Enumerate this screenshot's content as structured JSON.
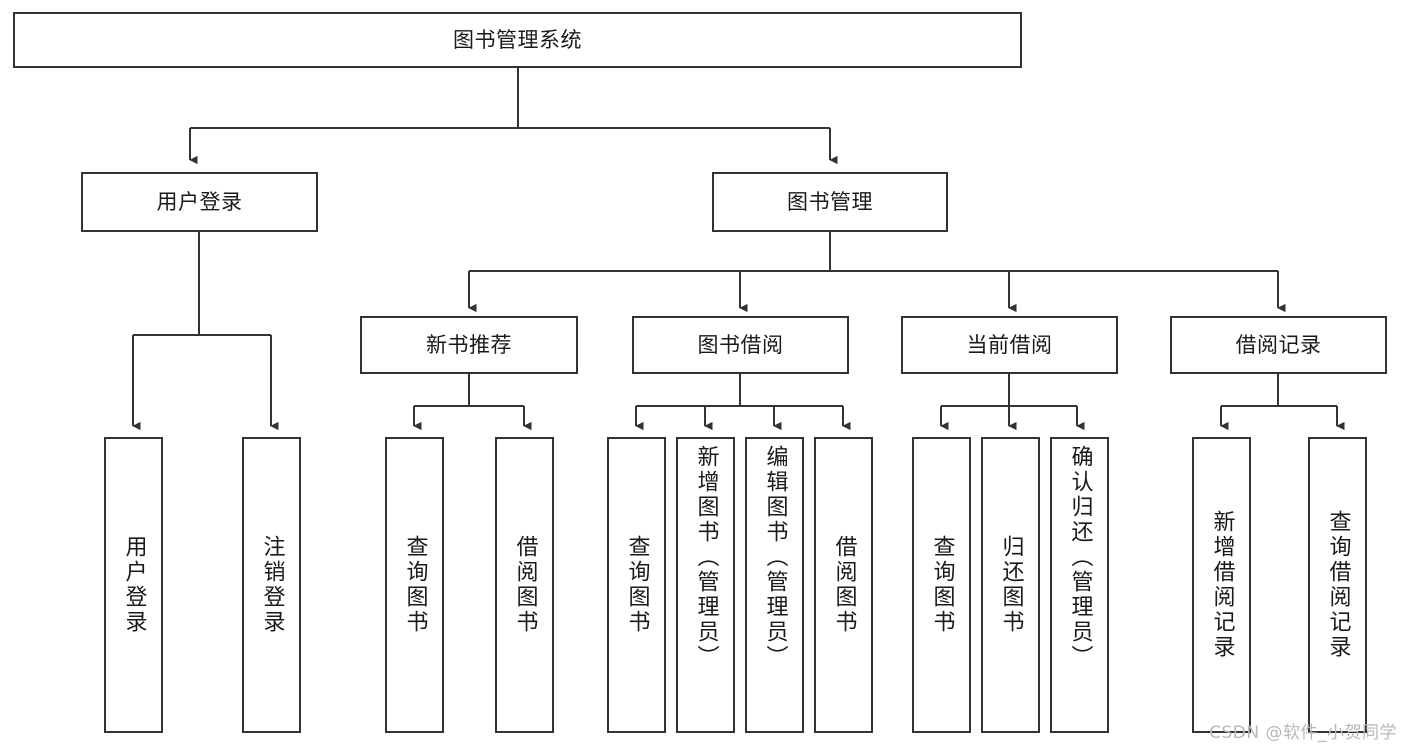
{
  "diagram": {
    "type": "tree",
    "title": "图书管理系统",
    "orientation": "top-down",
    "colors": {
      "box_border": "#333333",
      "box_fill": "#ffffff",
      "edge": "#333333",
      "text": "#1a1a1a",
      "watermark": "#b8b8b8",
      "background": "#ffffff"
    },
    "root": {
      "label": "图书管理系统"
    },
    "level2": [
      {
        "label": "用户登录"
      },
      {
        "label": "图书管理"
      }
    ],
    "level3": [
      {
        "label": "新书推荐"
      },
      {
        "label": "图书借阅"
      },
      {
        "label": "当前借阅"
      },
      {
        "label": "借阅记录"
      }
    ],
    "leaves": {
      "user_login": [
        {
          "label": "用户登录"
        },
        {
          "label": "注销登录"
        }
      ],
      "new_book_recommend": [
        {
          "label": "查询图书"
        },
        {
          "label": "借阅图书"
        }
      ],
      "book_borrow": [
        {
          "label": "查询图书"
        },
        {
          "label": "新增图书（管理员）"
        },
        {
          "label": "编辑图书（管理员）"
        },
        {
          "label": "借阅图书"
        }
      ],
      "current_borrow": [
        {
          "label": "查询图书"
        },
        {
          "label": "归还图书"
        },
        {
          "label": "确认归还（管理员）"
        }
      ],
      "borrow_record": [
        {
          "label": "新增借阅记录"
        },
        {
          "label": "查询借阅记录"
        }
      ]
    }
  },
  "watermark": {
    "text": "CSDN @软件_小贺同学"
  }
}
